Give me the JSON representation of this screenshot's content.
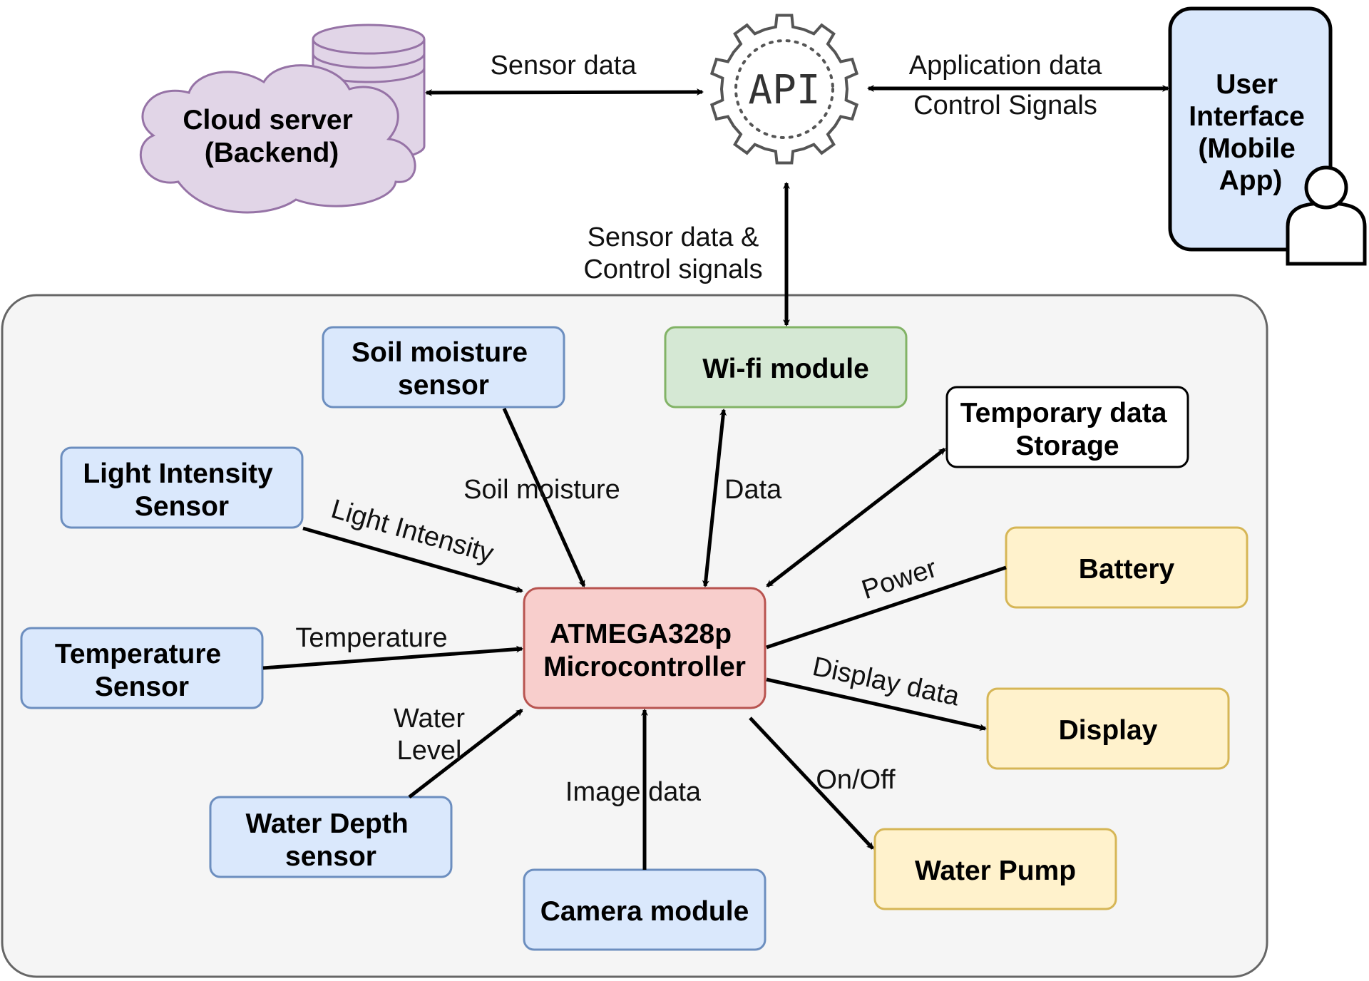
{
  "nodes": {
    "cloud": {
      "lines": [
        "Cloud server",
        "(Backend)"
      ]
    },
    "api": {
      "label": "API"
    },
    "user": {
      "lines": [
        "User",
        "Interface",
        "(Mobile",
        "App)"
      ]
    },
    "soil": {
      "lines": [
        "Soil moisture",
        "sensor"
      ]
    },
    "wifi": {
      "lines": [
        "Wi-fi module"
      ]
    },
    "temp_storage": {
      "lines": [
        "Temporary data",
        "Storage"
      ]
    },
    "light": {
      "lines": [
        "Light Intensity",
        "Sensor"
      ]
    },
    "battery": {
      "lines": [
        "Battery"
      ]
    },
    "mcu": {
      "lines": [
        "ATMEGA328p",
        "Microcontroller"
      ]
    },
    "temp_sensor": {
      "lines": [
        "Temperature",
        "Sensor"
      ]
    },
    "display": {
      "lines": [
        "Display"
      ]
    },
    "water_depth": {
      "lines": [
        "Water Depth",
        "sensor"
      ]
    },
    "camera": {
      "lines": [
        "Camera module"
      ]
    },
    "pump": {
      "lines": [
        "Water Pump"
      ]
    }
  },
  "edges": {
    "cloud_api": "Sensor data",
    "api_user_1": "Application data",
    "api_user_2": "Control Signals",
    "api_wifi_1": "Sensor data &",
    "api_wifi_2": "Control signals",
    "soil_mcu": "Soil moisture",
    "wifi_mcu": "Data",
    "light_mcu": "Light Intensity",
    "battery_mcu": "Power",
    "temp_mcu": "Temperature",
    "mcu_display": "Display data",
    "water_mcu_1": "Water",
    "water_mcu_2": "Level",
    "camera_mcu": "Image data",
    "mcu_pump": "On/Off"
  },
  "colors": {
    "blue_fill": "#dae8fc",
    "blue_stroke": "#6c8ebf",
    "green_fill": "#d5e8d4",
    "green_stroke": "#82b366",
    "red_fill": "#f8cecc",
    "red_stroke": "#b85450",
    "yellow_fill": "#fff2cc",
    "yellow_stroke": "#d6b656",
    "purple_fill": "#e1d5e7",
    "purple_stroke": "#9673a6",
    "group_fill": "#f5f5f5",
    "group_stroke": "#666666"
  },
  "icons": {
    "api": "gear-icon",
    "user": "person-icon",
    "database": "database-icon",
    "cloud": "cloud-icon"
  }
}
